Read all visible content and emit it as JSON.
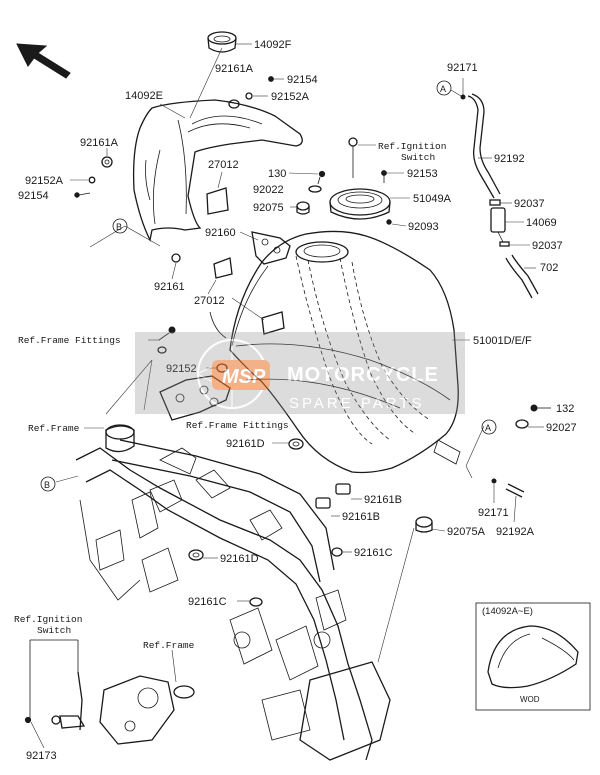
{
  "labels": {
    "p14092F": "14092F",
    "p92161A_top": "92161A",
    "p92154_top": "92154",
    "p92152A_top": "92152A",
    "p14092E": "14092E",
    "p92161A_left": "92161A",
    "p92152A_left": "92152A",
    "p92154_left": "92154",
    "p27012_top": "27012",
    "p130": "130",
    "p92022": "92022",
    "p92075": "92075",
    "p92160": "92160",
    "p92161": "92161",
    "p27012_mid": "27012",
    "p92153": "92153",
    "p51049A": "51049A",
    "p92093": "92093",
    "p92171_top": "92171",
    "p92192": "92192",
    "p92037_a": "92037",
    "p14069": "14069",
    "p92037_b": "92037",
    "p702": "702",
    "p51001": "51001D/E/F",
    "p92152": "92152",
    "p132": "132",
    "p92027": "92027",
    "p92161D_top": "92161D",
    "p92161B_a": "92161B",
    "p92161B_b": "92161B",
    "p92171_bot": "92171",
    "p92192A": "92192A",
    "p92075A": "92075A",
    "p92161C_a": "92161C",
    "p92161D_mid": "92161D",
    "p92161C_b": "92161C",
    "p92173": "92173"
  },
  "refs": {
    "ignition_top_1": "Ref.Ignition",
    "ignition_top_2": "Switch",
    "frame_fittings_1": "Ref.Frame Fittings",
    "frame": "Ref.Frame",
    "frame_fittings_2": "Ref.Frame Fittings",
    "ignition_bot_1": "Ref.Ignition",
    "ignition_bot_2": "Switch",
    "frame_bot": "Ref.Frame"
  },
  "callouts": {
    "a_top": "A",
    "b_left": "B",
    "b_frame": "B",
    "a_right": "A"
  },
  "inset": {
    "title": "(14092A~E)",
    "caption": "WOD"
  },
  "watermark": {
    "logo": "MSP",
    "line1": "MOTORCYCLE",
    "line2": "SPARE PARTS",
    "color": "#e8722a"
  },
  "icons": {
    "direction": "front-arrow-icon"
  }
}
